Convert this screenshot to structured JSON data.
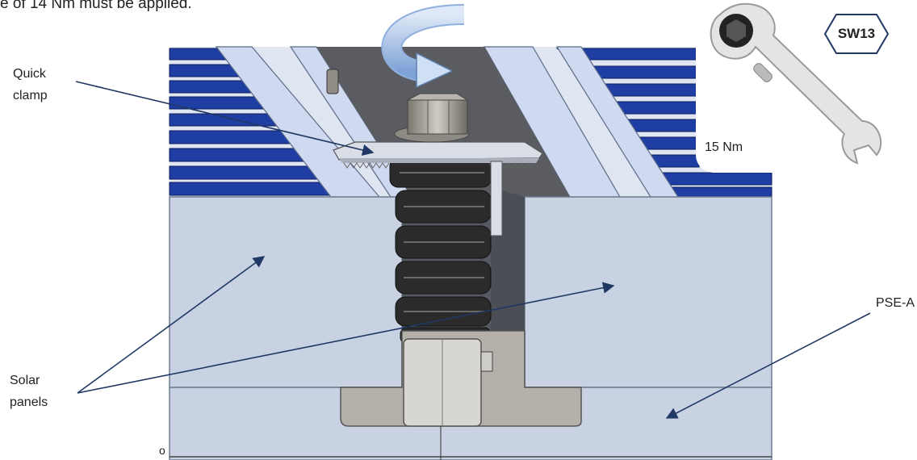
{
  "header_text": "e of 14 Nm must be applied.",
  "labels": {
    "quick_clamp": [
      "Quick",
      "clamp"
    ],
    "solar_panels": [
      "Solar",
      "panels"
    ],
    "pse": "PSE-A",
    "corner_mark": "o"
  },
  "tool": {
    "size_badge": "SW13",
    "torque": "15 Nm",
    "icon": "ratcheting-wrench-icon"
  },
  "rotation_icon": "rotate-clockwise-arrow-icon",
  "colors": {
    "panel_block": "#c9d2e2",
    "rail": "#cfdaf0",
    "cell_blue": "#1f3ea3",
    "rubber": "#2b2b2b",
    "base": "#b5b1aa",
    "arrow_line": "#1f3864",
    "badge_outline": "#1f3864"
  }
}
